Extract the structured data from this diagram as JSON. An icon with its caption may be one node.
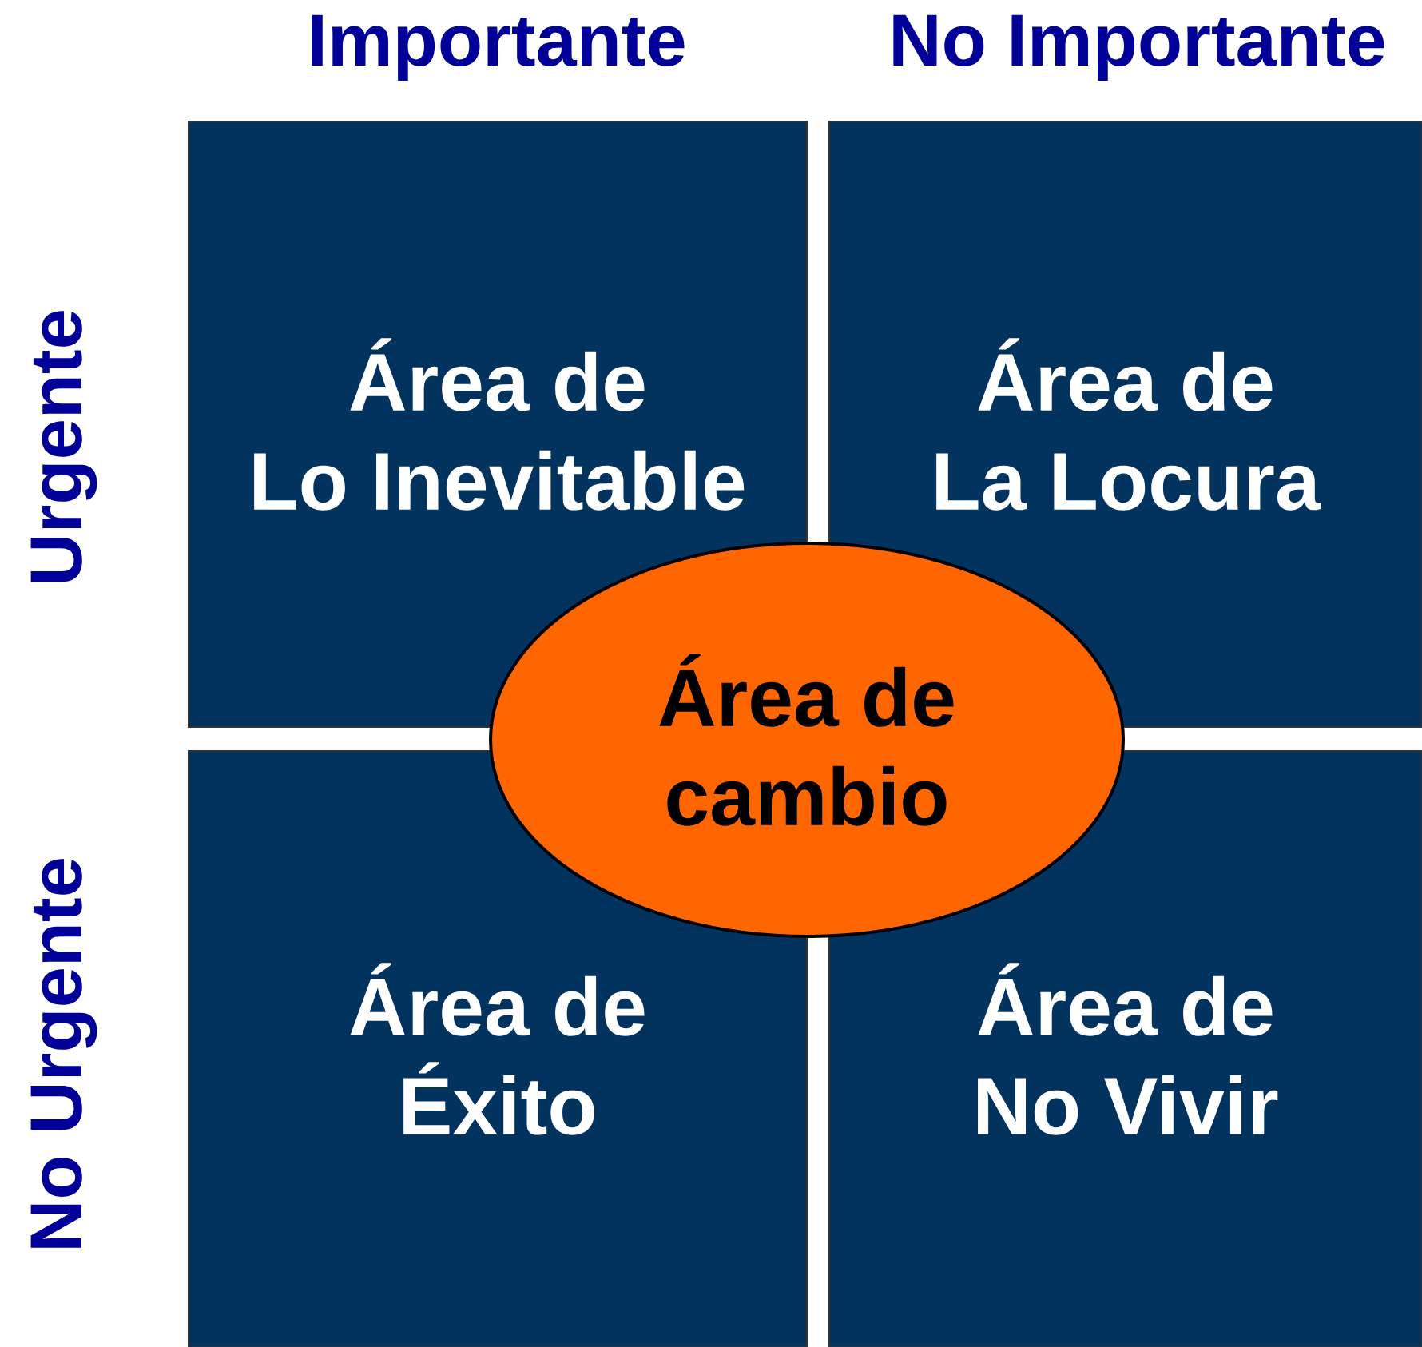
{
  "diagram": {
    "nodes": [
      {
        "text": [
          "Área de Lo Inevitable"
        ]
      },
      {
        "text": [
          "Área de La Locura"
        ]
      },
      {
        "text": [
          "Área de Éxito"
        ]
      },
      {
        "text": [
          "Área de No Vivir"
        ]
      },
      {
        "text": [
          "Área de cambio"
        ]
      }
    ],
    "labels": [
      "Importante",
      "No Importante",
      "Urgente",
      "No Urgente"
    ]
  }
}
